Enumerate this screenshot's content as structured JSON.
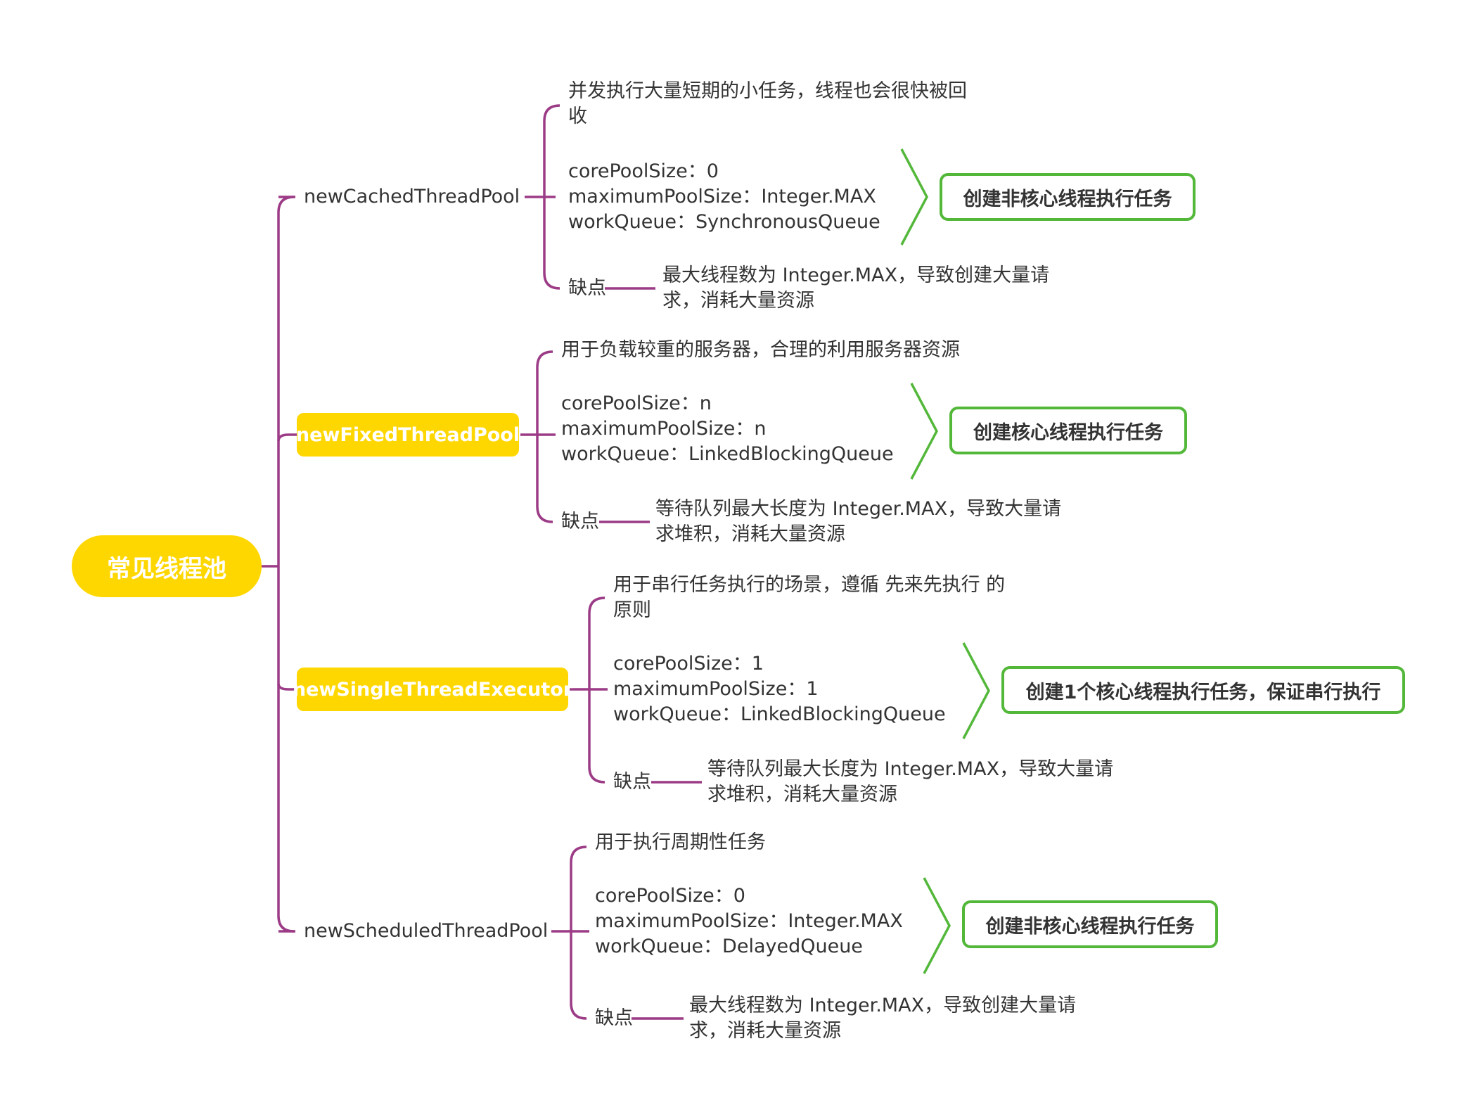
{
  "root": {
    "label": "常见线程池"
  },
  "branches": [
    {
      "name": "newCachedThreadPool",
      "desc": [
        "并发执行大量短期的小任务，线程也会很快被回",
        "收"
      ],
      "params": [
        "corePoolSize：0",
        "maximumPoolSize：Integer.MAX",
        "workQueue：SynchronousQueue"
      ],
      "result": "创建非核心线程执行任务",
      "con_label": "缺点",
      "con": [
        "最大线程数为 Integer.MAX，导致创建大量请",
        "求，消耗大量资源"
      ]
    },
    {
      "name": "newFixedThreadPool",
      "desc": [
        "用于负载较重的服务器，合理的利用服务器资源"
      ],
      "params": [
        "corePoolSize：n",
        "maximumPoolSize：n",
        "workQueue：LinkedBlockingQueue"
      ],
      "result": "创建核心线程执行任务",
      "con_label": "缺点",
      "con": [
        "等待队列最大长度为 Integer.MAX，导致大量请",
        "求堆积，消耗大量资源"
      ]
    },
    {
      "name": "newSingleThreadExecutor",
      "desc": [
        "用于串行任务执行的场景，遵循 先来先执行 的",
        "原则"
      ],
      "params": [
        "corePoolSize：1",
        "maximumPoolSize：1",
        "workQueue：LinkedBlockingQueue"
      ],
      "result": "创建1个核心线程执行任务，保证串行执行",
      "con_label": "缺点",
      "con": [
        "等待队列最大长度为 Integer.MAX，导致大量请",
        "求堆积，消耗大量资源"
      ]
    },
    {
      "name": "newScheduledThreadPool",
      "desc": [
        "用于执行周期性任务"
      ],
      "params": [
        "corePoolSize：0",
        "maximumPoolSize：Integer.MAX",
        "workQueue：DelayedQueue"
      ],
      "result": "创建非核心线程执行任务",
      "con_label": "缺点",
      "con": [
        "最大线程数为 Integer.MAX，导致创建大量请",
        "求，消耗大量资源"
      ]
    }
  ],
  "colors": {
    "connector": "#9c3b86",
    "highlight": "#ffd700",
    "result_border": "#53b83a",
    "text": "#333333"
  }
}
